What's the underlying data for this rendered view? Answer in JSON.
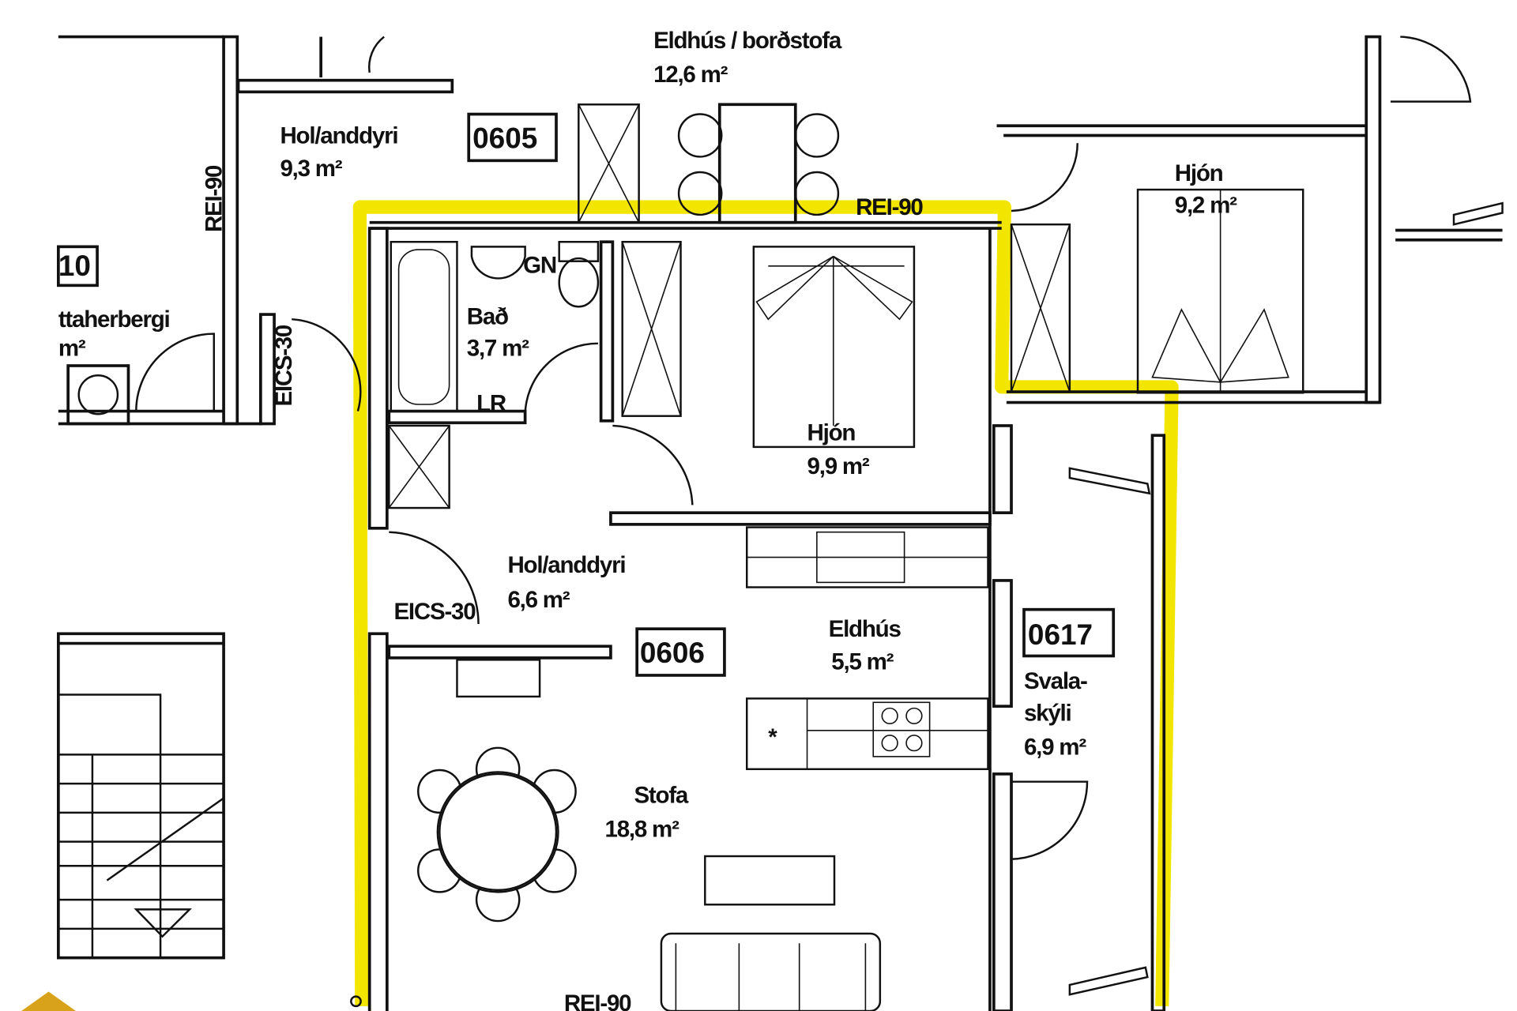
{
  "colors": {
    "highlight": "#f2e600",
    "line": "#111111",
    "corner_mark": "#d9a21b"
  },
  "rooms": {
    "eldhus_top": {
      "name": "Eldhús / borðstofa",
      "area": "12,6 m²"
    },
    "hol_0605": {
      "name": "Hol/anddyri",
      "area": "9,3 m²"
    },
    "unit_0605": "0605",
    "unit_0610": "10",
    "herbergi_left": {
      "name": "ttaherbergi",
      "area": "m²"
    },
    "hjon_right": {
      "name": "Hjón",
      "area": "9,2 m²"
    },
    "bad": {
      "name": "Bað",
      "area": "3,7 m²"
    },
    "gn": "GN",
    "lr": "LR",
    "hjon": {
      "name": "Hjón",
      "area": "9,9 m²"
    },
    "hol_0606": {
      "name": "Hol/anddyri",
      "area": "6,6 m²"
    },
    "unit_0606": "0606",
    "eldhus": {
      "name": "Eldhús",
      "area": "5,5 m²"
    },
    "unit_0617": "0617",
    "svalaskyli": {
      "name_1": "Svala-",
      "name_2": "skýli",
      "area": "6,9 m²"
    },
    "stofa": {
      "name": "Stofa",
      "area": "18,8 m²"
    }
  },
  "wall_ratings": {
    "rei_top": "REI-90",
    "rei_left": "REI-90",
    "rei_bottom": "REI-90",
    "eics_left": "EICS-30",
    "eics_hall": "EICS-30"
  }
}
